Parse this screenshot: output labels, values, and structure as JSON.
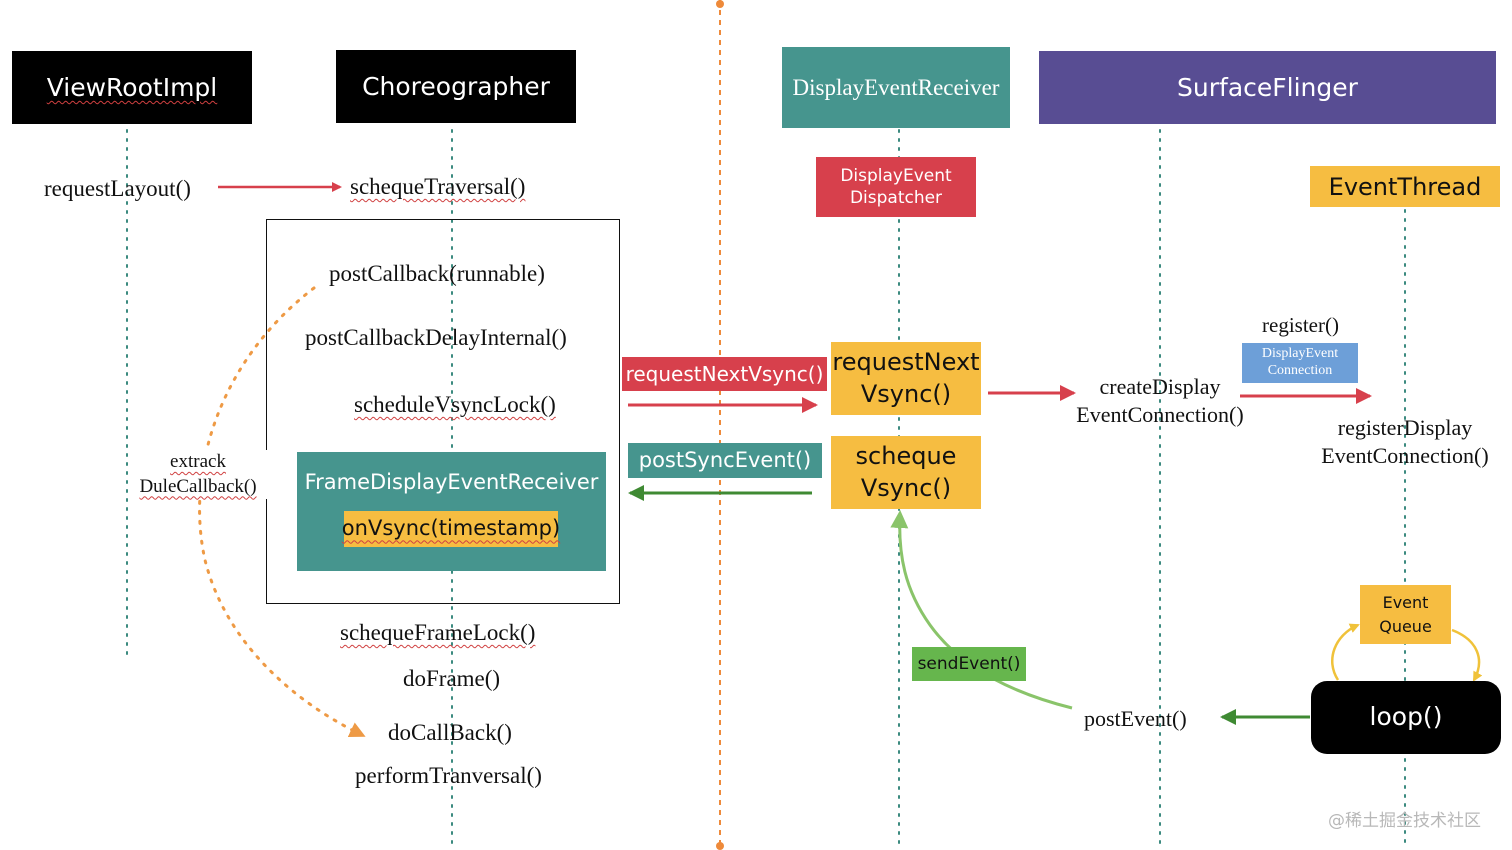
{
  "headers": {
    "viewrootimpl": "ViewRootImpl",
    "choreographer": "Choreographer",
    "display_event_receiver": "DisplayEventReceiver",
    "surfaceflinger": "SurfaceFlinger",
    "event_thread": "EventThread"
  },
  "dispatcher": {
    "line1": "DisplayEvent",
    "line2": "Dispatcher"
  },
  "calls": {
    "request_layout": "requestLayout()",
    "scheque_traversal": "schequeTraversal()",
    "post_callback": "postCallback(runnable)",
    "post_callback_delay": "postCallbackDelayInternal()",
    "schedule_vsync_lock": "scheduleVsyncLock()",
    "extract_callback": {
      "line1": "extrack",
      "line2": "DuleCallback()"
    },
    "scheque_frame_lock": "schequeFrameLock()",
    "do_frame": "doFrame()",
    "do_callback": "doCallBack()",
    "perform_traversal": "performTranversal()",
    "create_connection": {
      "line1": "createDisplay",
      "line2": "EventConnection()"
    },
    "register": "register()",
    "register_connection": {
      "line1": "registerDisplay",
      "line2": "EventConnection()"
    },
    "post_event": "postEvent()"
  },
  "receiver_box": {
    "title": "FrameDisplayEventReceiver",
    "on_vsync": "onVsync(timestamp)"
  },
  "labels": {
    "request_next_vsync_label": "requestNextVsync()",
    "post_sync_event": "postSyncEvent()",
    "request_next_vsync_box": {
      "line1": "requestNext",
      "line2": "Vsync()"
    },
    "scheque_vsync_box": {
      "line1": "scheque",
      "line2": "Vsync()"
    },
    "display_event_connection": {
      "line1": "DisplayEvent",
      "line2": "Connection"
    },
    "send_event": "sendEvent()",
    "event_queue": {
      "line1": "Event",
      "line2": "Queue"
    },
    "loop": "loop()"
  },
  "watermark": "@稀土掘金技术社区",
  "colors": {
    "black": "#000000",
    "teal": "#46958e",
    "purple": "#584d93",
    "yellow": "#f6bd41",
    "red": "#d7404c",
    "blue": "#6d9fd8",
    "green": "#66b64d",
    "orange": "#ee9a45",
    "lifeline": "#3b8a7f"
  }
}
